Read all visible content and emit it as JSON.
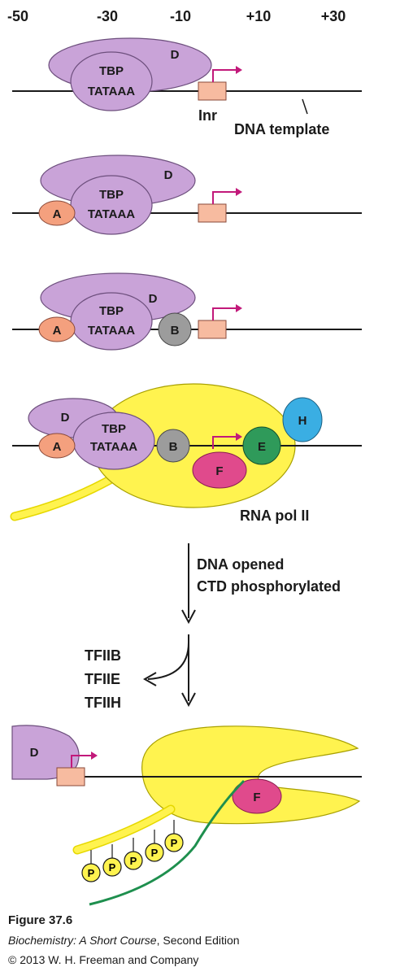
{
  "axis": {
    "ticks": [
      "-50",
      "-30",
      "-10",
      "+10",
      "+30"
    ]
  },
  "factors": {
    "tbp": "TBP",
    "tata": "TATAAA",
    "d": "D",
    "a": "A",
    "b": "B",
    "e": "E",
    "f": "F",
    "h": "H",
    "p": "P"
  },
  "labels": {
    "inr": "Inr",
    "dna_template": "DNA template",
    "rna_pol": "RNA pol II",
    "step_line1": "DNA opened",
    "step_line2": "CTD phosphorylated",
    "released": [
      "TFIIB",
      "TFIIE",
      "TFIIH"
    ]
  },
  "caption": {
    "figure": "Figure 37.6",
    "book_title": "Biochemistry: A Short Course",
    "book_edition": ", Second Edition",
    "copyright": "© 2013 W. H. Freeman and Company"
  },
  "colors": {
    "tfiid": "#c9a3d8",
    "tfiid_stroke": "#6d4f7d",
    "tfiia": "#f4a07e",
    "tfiib": "#9c9c9c",
    "tfiie": "#2f9a5a",
    "tfiif": "#e04a8c",
    "tfiih": "#3aaee3",
    "polii": "#fff34f",
    "inr_box": "#f7bba0",
    "tss_arrow": "#c2197a",
    "rna": "#1e8f4e"
  }
}
